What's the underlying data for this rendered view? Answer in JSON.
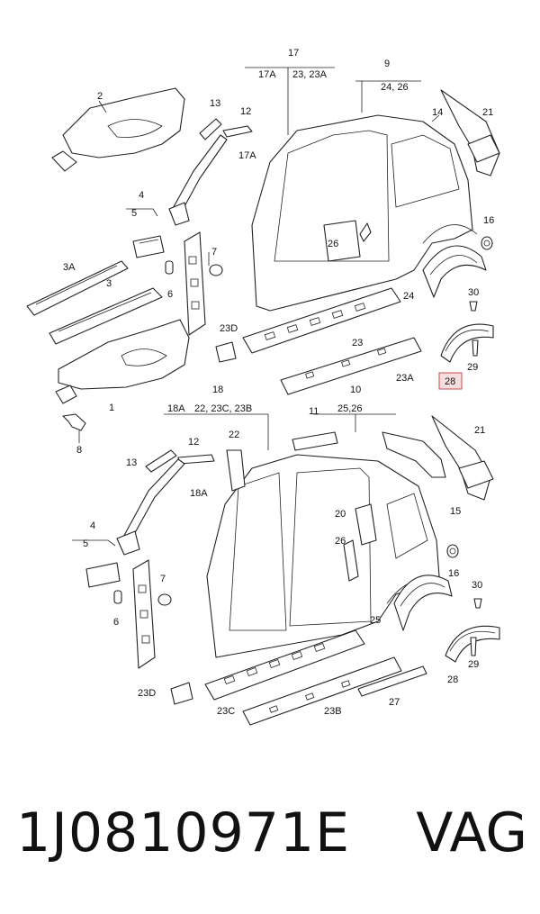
{
  "top_labels": {
    "l2": "2",
    "l13": "13",
    "l12": "12",
    "l17": "17",
    "l17a_hdr": "17A",
    "l23_23a": "23, 23A",
    "l9": "9",
    "l24_26": "24, 26",
    "l14": "14",
    "l21": "21",
    "l17a": "17A",
    "l4": "4",
    "l5": "5",
    "l7": "7",
    "l16": "16",
    "l26": "26",
    "l3a": "3A",
    "l3": "3",
    "l6": "6",
    "l24": "24",
    "l30": "30",
    "l23d": "23D",
    "l23": "23",
    "l29": "29",
    "l23a": "23A",
    "l28": "28",
    "l1": "1",
    "l8": "8"
  },
  "bottom_labels": {
    "l18": "18",
    "l18a_hdr": "18A",
    "l22_23c_23b": "22, 23C, 23B",
    "l10": "10",
    "l25_26": "25,26",
    "l11": "11",
    "l21": "21",
    "l22": "22",
    "l12": "12",
    "l13": "13",
    "l18a": "18A",
    "l20": "20",
    "l15": "15",
    "l4": "4",
    "l5": "5",
    "l26": "26",
    "l16": "16",
    "l7": "7",
    "l30": "30",
    "l6": "6",
    "l25": "25",
    "l29": "29",
    "l28": "28",
    "l23d": "23D",
    "l23c": "23C",
    "l23b": "23B",
    "l27": "27"
  },
  "highlighted_part": "28",
  "caption": {
    "part_number": "1J0810971E",
    "brand": "VAG"
  },
  "colors": {
    "line": "#222222",
    "highlight_fill": "#f7dede",
    "highlight_stroke": "#c84c4c"
  }
}
